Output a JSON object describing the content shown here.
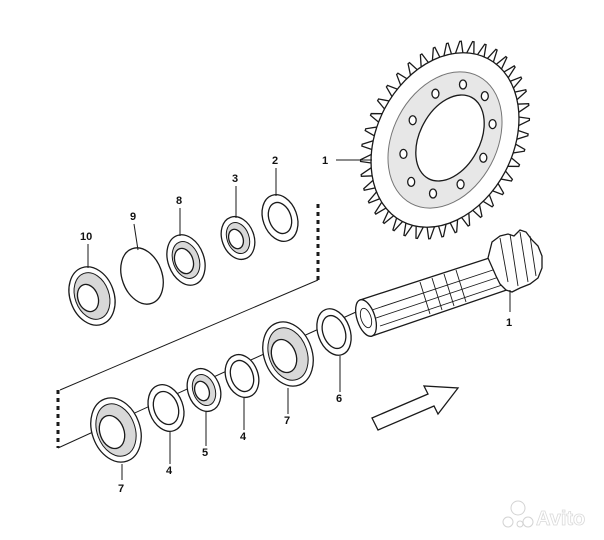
{
  "callouts": [
    {
      "id": "c1a",
      "text": "1"
    },
    {
      "id": "c1b",
      "text": "1"
    },
    {
      "id": "c2",
      "text": "2"
    },
    {
      "id": "c3",
      "text": "3"
    },
    {
      "id": "c4a",
      "text": "4"
    },
    {
      "id": "c4b",
      "text": "4"
    },
    {
      "id": "c5",
      "text": "5"
    },
    {
      "id": "c6",
      "text": "6"
    },
    {
      "id": "c7a",
      "text": "7"
    },
    {
      "id": "c7b",
      "text": "7"
    },
    {
      "id": "c8",
      "text": "8"
    },
    {
      "id": "c9",
      "text": "9"
    },
    {
      "id": "c10",
      "text": "10"
    }
  ],
  "watermark": {
    "text": "Avito",
    "icon": "avito-logo-icon"
  },
  "colors": {
    "line": "#1a1a1a",
    "background": "#ffffff",
    "watermark": "#ffffff"
  }
}
